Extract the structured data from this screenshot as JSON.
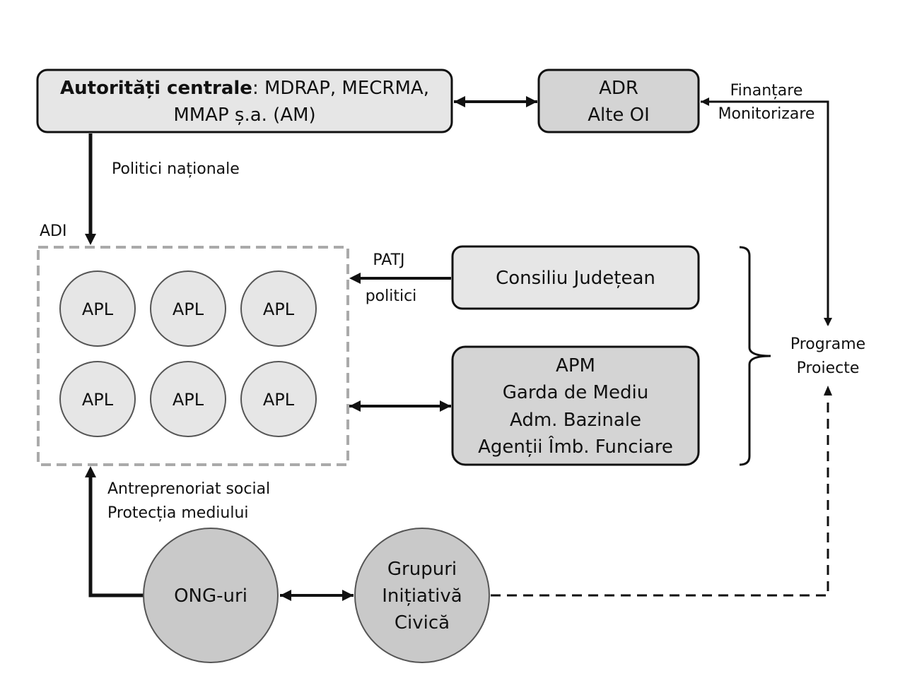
{
  "central": {
    "title_bold": "Autorități centrale",
    "line1_rest": ": MDRAP, MECRMA,",
    "line2": "MMAP ș.a. (AM)"
  },
  "adr": {
    "line1": "ADR",
    "line2": "Alte OI"
  },
  "labels": {
    "finantare": "Finanțare",
    "monitorizare": "Monitorizare",
    "politici_nationale": "Politici naționale",
    "adi": "ADI",
    "patj": "PATJ",
    "politici": "politici",
    "programe": "Programe",
    "proiecte": "Proiecte",
    "antreprenoriat": "Antreprenoriat social",
    "protectia": "Protecția mediului"
  },
  "consiliu": {
    "label": "Consiliu Județean"
  },
  "apm": {
    "line1": "APM",
    "line2": "Garda de Mediu",
    "line3": "Adm. Bazinale",
    "line4": "Agenții Îmb. Funciare"
  },
  "apl": [
    "APL",
    "APL",
    "APL",
    "APL",
    "APL",
    "APL"
  ],
  "ong": {
    "label": "ONG-uri"
  },
  "grupuri": {
    "line1": "Grupuri",
    "line2": "Inițiativă",
    "line3": "Civică"
  },
  "colors": {
    "light_fill": "#e6e6e6",
    "mid_fill": "#d4d4d4",
    "dark_fill": "#c9c9c9",
    "stroke": "#111111",
    "dashed_box": "#aaaaaa"
  }
}
